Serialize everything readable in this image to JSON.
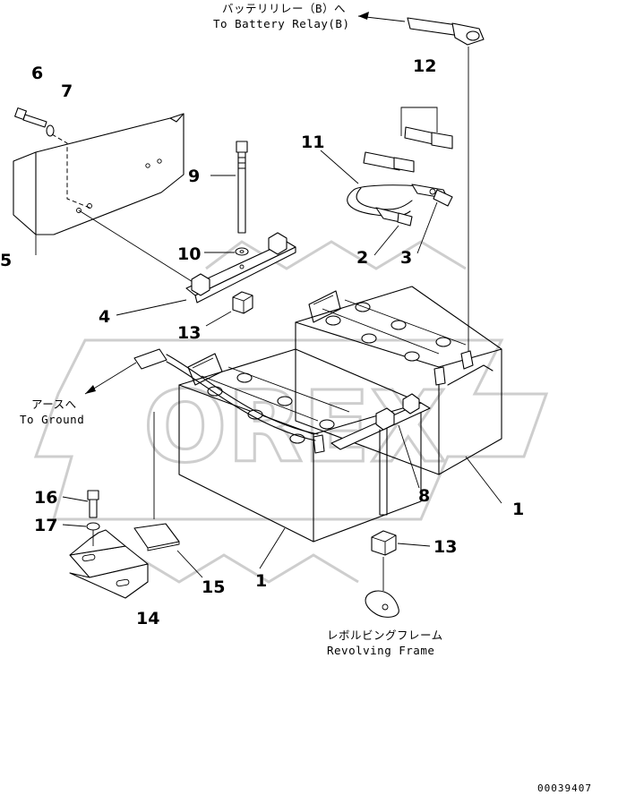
{
  "callouts": [
    {
      "id": "label-1a",
      "text": "1"
    },
    {
      "id": "label-1b",
      "text": "1"
    },
    {
      "id": "label-2",
      "text": "2"
    },
    {
      "id": "label-3",
      "text": "3"
    },
    {
      "id": "label-4",
      "text": "4"
    },
    {
      "id": "label-5",
      "text": "5"
    },
    {
      "id": "label-6",
      "text": "6"
    },
    {
      "id": "label-7",
      "text": "7"
    },
    {
      "id": "label-8",
      "text": "8"
    },
    {
      "id": "label-9",
      "text": "9"
    },
    {
      "id": "label-10",
      "text": "10"
    },
    {
      "id": "label-11",
      "text": "11"
    },
    {
      "id": "label-12",
      "text": "12"
    },
    {
      "id": "label-13a",
      "text": "13"
    },
    {
      "id": "label-13b",
      "text": "13"
    },
    {
      "id": "label-14",
      "text": "14"
    },
    {
      "id": "label-15",
      "text": "15"
    },
    {
      "id": "label-16",
      "text": "16"
    },
    {
      "id": "label-17",
      "text": "17"
    }
  ],
  "notes": {
    "battery_relay_jp": "バッテリリレー（B）へ",
    "battery_relay_en": "To Battery Relay(B)",
    "ground_jp": "アースへ",
    "ground_en": "To Ground",
    "frame_jp": "レボルビングフレーム",
    "frame_en": "Revolving Frame"
  },
  "drawing_code": "00039407",
  "watermark": "OREX"
}
